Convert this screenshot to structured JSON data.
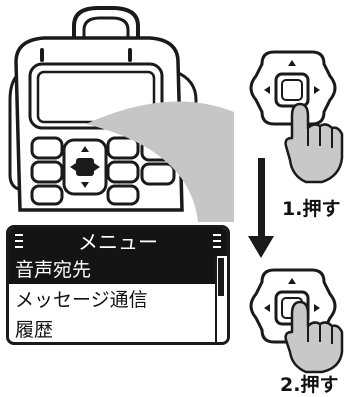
{
  "steps": {
    "step1": "1.押す",
    "step2": "2.押す"
  },
  "screen": {
    "title": "メニュー",
    "items": [
      "音声宛先",
      "メッセージ通信",
      "履歴"
    ],
    "selected_index": 0
  },
  "icons": {
    "device": "handheld-radio-icon",
    "dpad": "dpad-icon",
    "hand": "pointing-hand-icon",
    "arrow": "down-arrow-icon"
  },
  "colors": {
    "ink": "#1a1a1a",
    "hand_fill": "#c8c8c8",
    "callout_fill": "#c6c6c6",
    "background": "#ffffff"
  }
}
